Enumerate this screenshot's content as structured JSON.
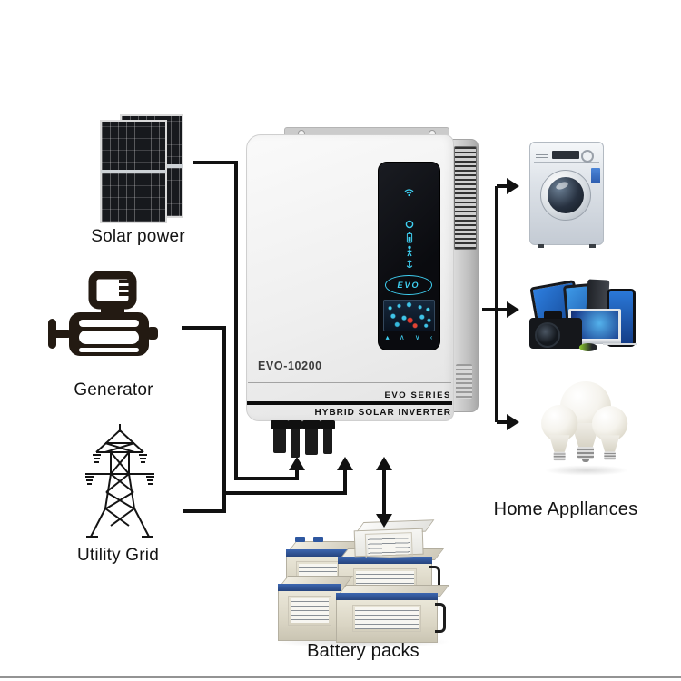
{
  "diagram": {
    "line_color": "#111111",
    "accent_color": "#3fd0f2",
    "sources": [
      {
        "id": "solar",
        "label": "Solar power",
        "icon": "solar-panels-icon"
      },
      {
        "id": "generator",
        "label": "Generator",
        "icon": "generator-icon"
      },
      {
        "id": "grid",
        "label": "Utility Grid",
        "icon": "utility-tower-icon"
      }
    ],
    "loads": {
      "label": "Home Appllances",
      "icons": [
        "washing-machine-icon",
        "consumer-electronics-icon",
        "led-bulbs-icon"
      ]
    },
    "storage": {
      "label": "Battery packs",
      "icon": "battery-bank-icon"
    },
    "inverter": {
      "model": "EVO-10200",
      "series_label": "EVO SERIES",
      "product_label": "HYBRID SOLAR INVERTER",
      "logo_text": "EVO",
      "status_icons": [
        "wifi-icon",
        "ring-icon",
        "battery-level-icon",
        "person-icon",
        "touch-hand-icon"
      ],
      "touch_buttons": [
        "▴",
        "∧",
        "∨",
        "‹"
      ]
    }
  }
}
